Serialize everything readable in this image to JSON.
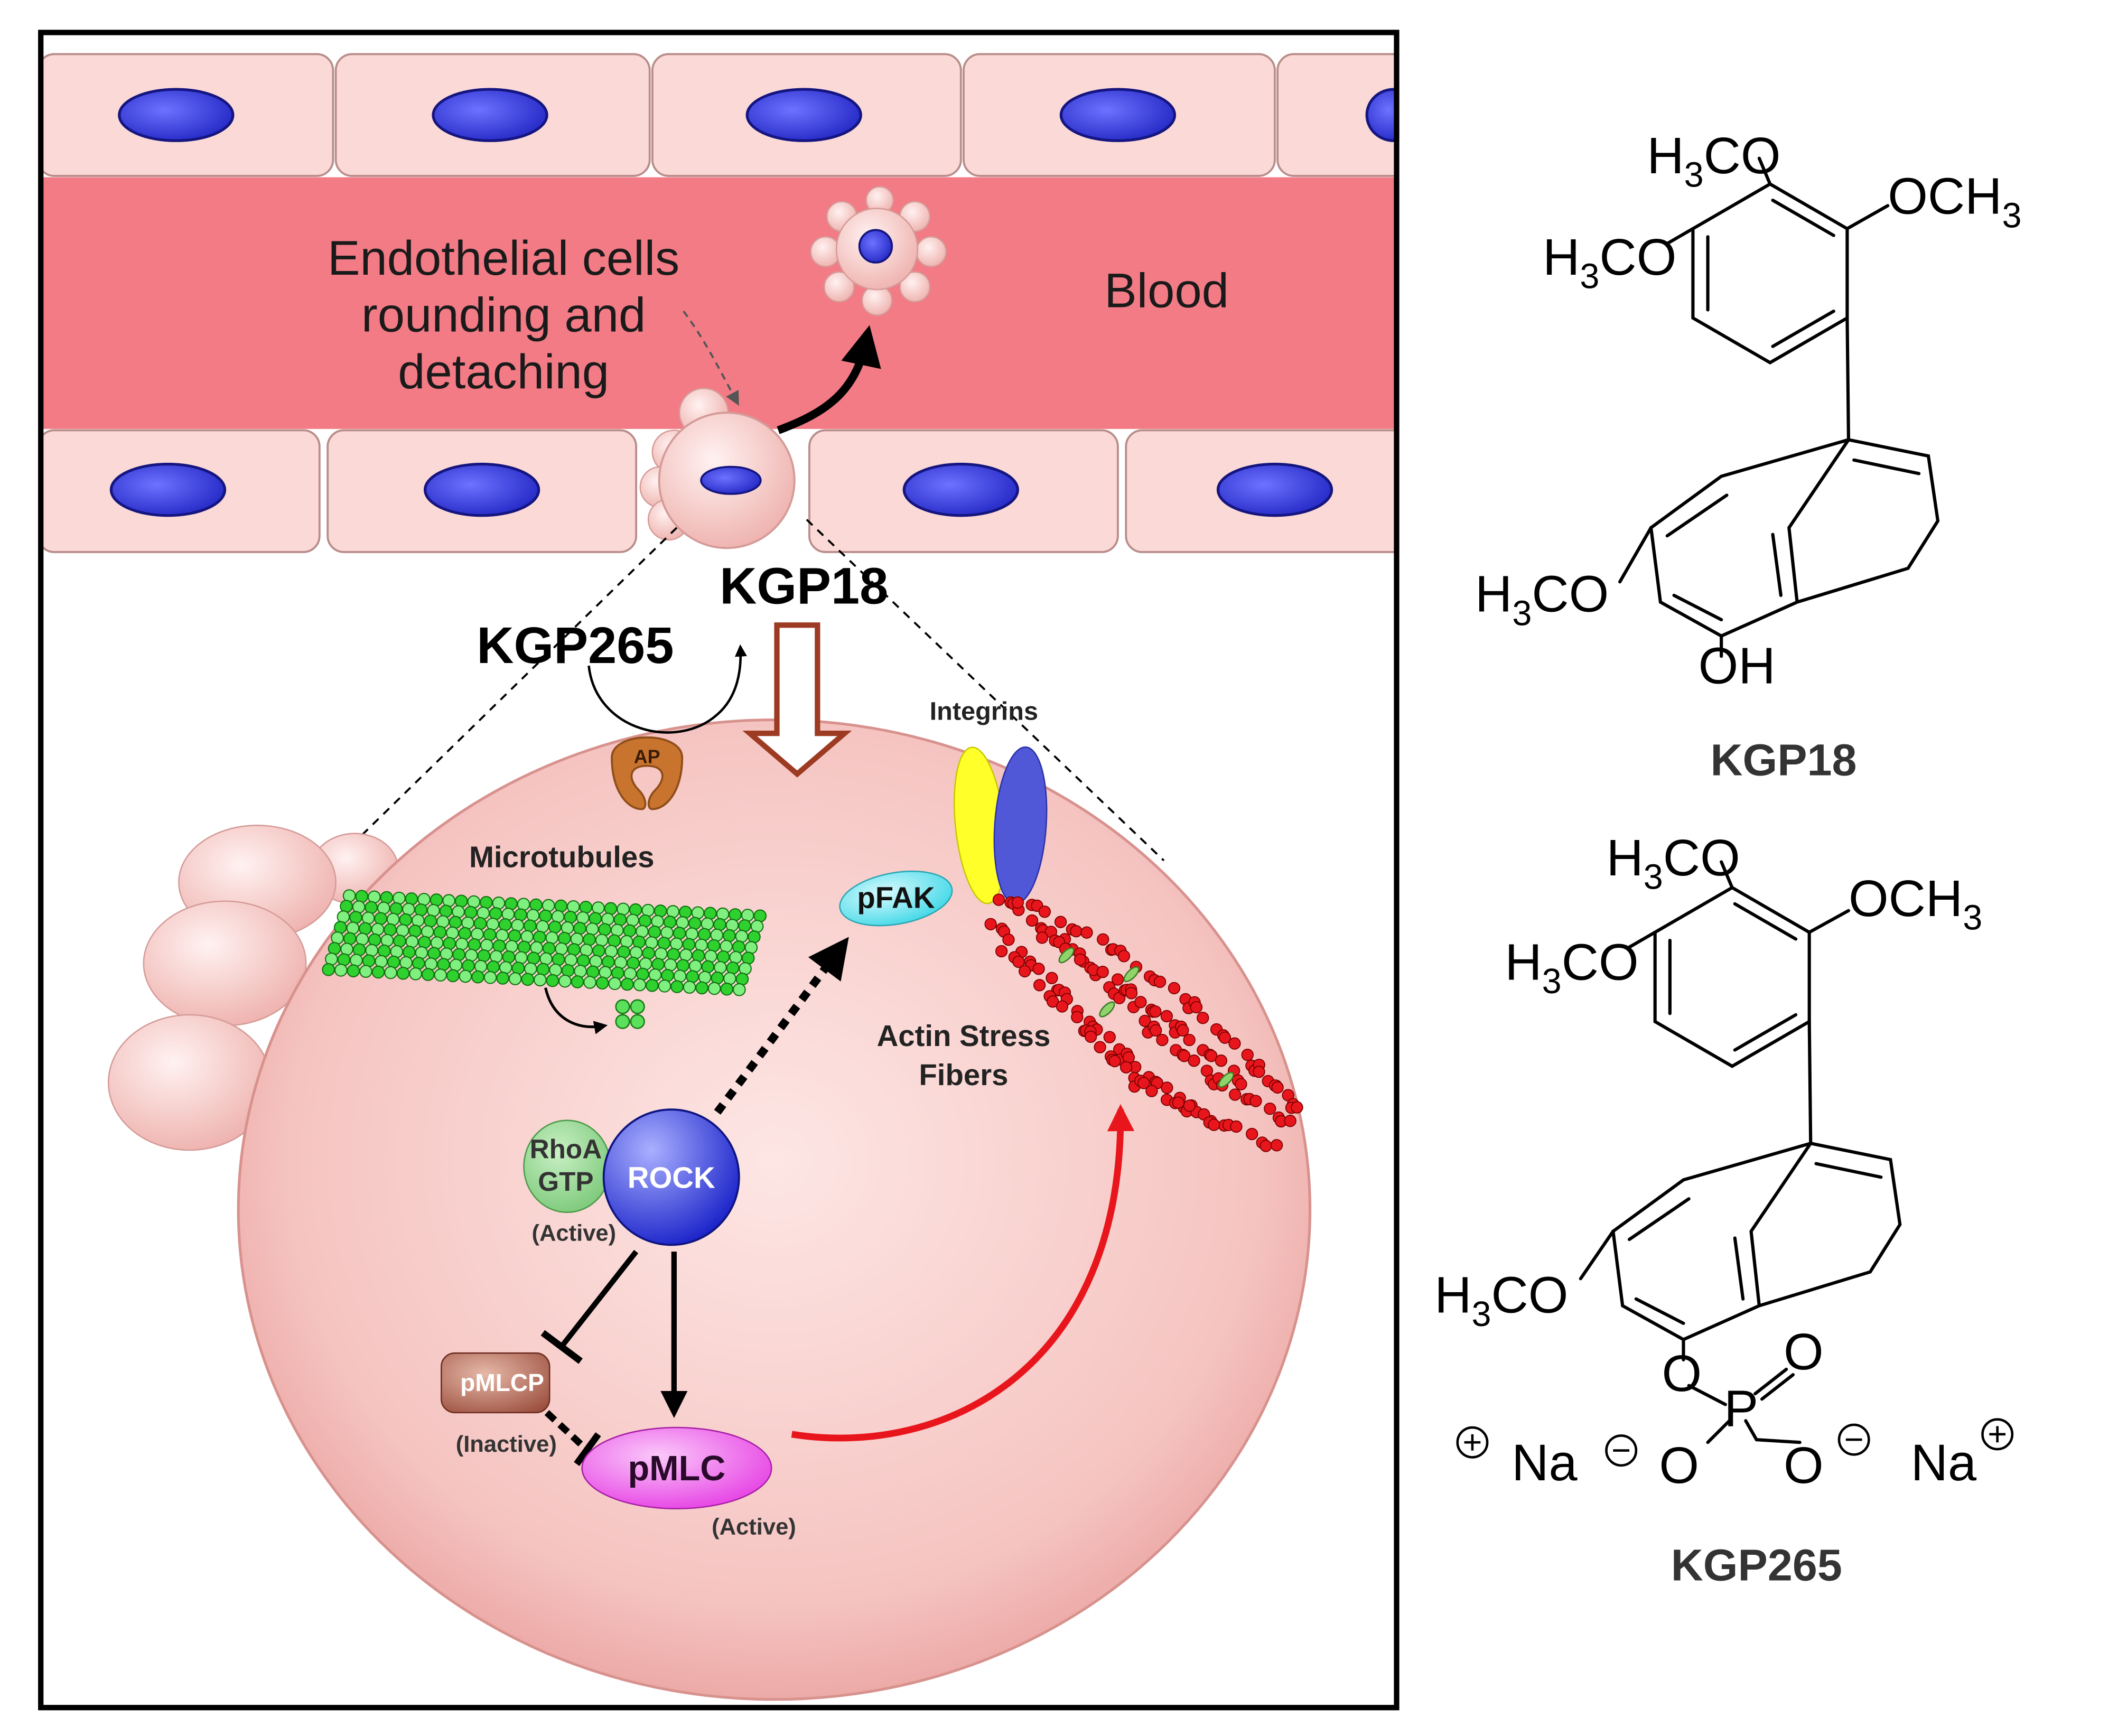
{
  "vessel": {
    "blood_label": "Blood",
    "endothelial_label_lines": [
      "Endothelial cells",
      "rounding and",
      "detaching"
    ]
  },
  "drugs": {
    "kgp18": "KGP18",
    "kgp265": "KGP265"
  },
  "cell": {
    "ap": "AP",
    "integrins": "Integrins",
    "microtubules": "Microtubules",
    "pfak": "pFAK",
    "actin_line1": "Actin Stress",
    "actin_line2": "Fibers",
    "rhoa_line1": "RhoA",
    "rhoa_line2": "GTP",
    "rhoa_state": "(Active)",
    "rock": "ROCK",
    "pmlcp": "pMLCP",
    "pmlcp_state": "(Inactive)",
    "pmlc": "pMLC",
    "pmlc_state": "(Active)"
  },
  "structures": {
    "kgp18_name": "KGP18",
    "kgp265_name": "KGP265",
    "h3co": "H3CO",
    "och3": "OCH3",
    "oh": "OH",
    "o": "O",
    "p": "P",
    "na": "Na"
  },
  "colors": {
    "blood": "#f27b85",
    "endothelial": "#fbd9d6",
    "nucleus": "#2b2fd6",
    "cell_body": "#f1b2ae",
    "microtubule": "#2ed12e",
    "actin": "#e8161c",
    "rock": "#2e3be6",
    "pmlc": "#f26af0",
    "pfak": "#5ee8f2",
    "integrin_yellow": "#ffff2a",
    "integrin_blue": "#5058d8",
    "ap": "#c9742e",
    "drug_arrow": "#9c3b22"
  }
}
